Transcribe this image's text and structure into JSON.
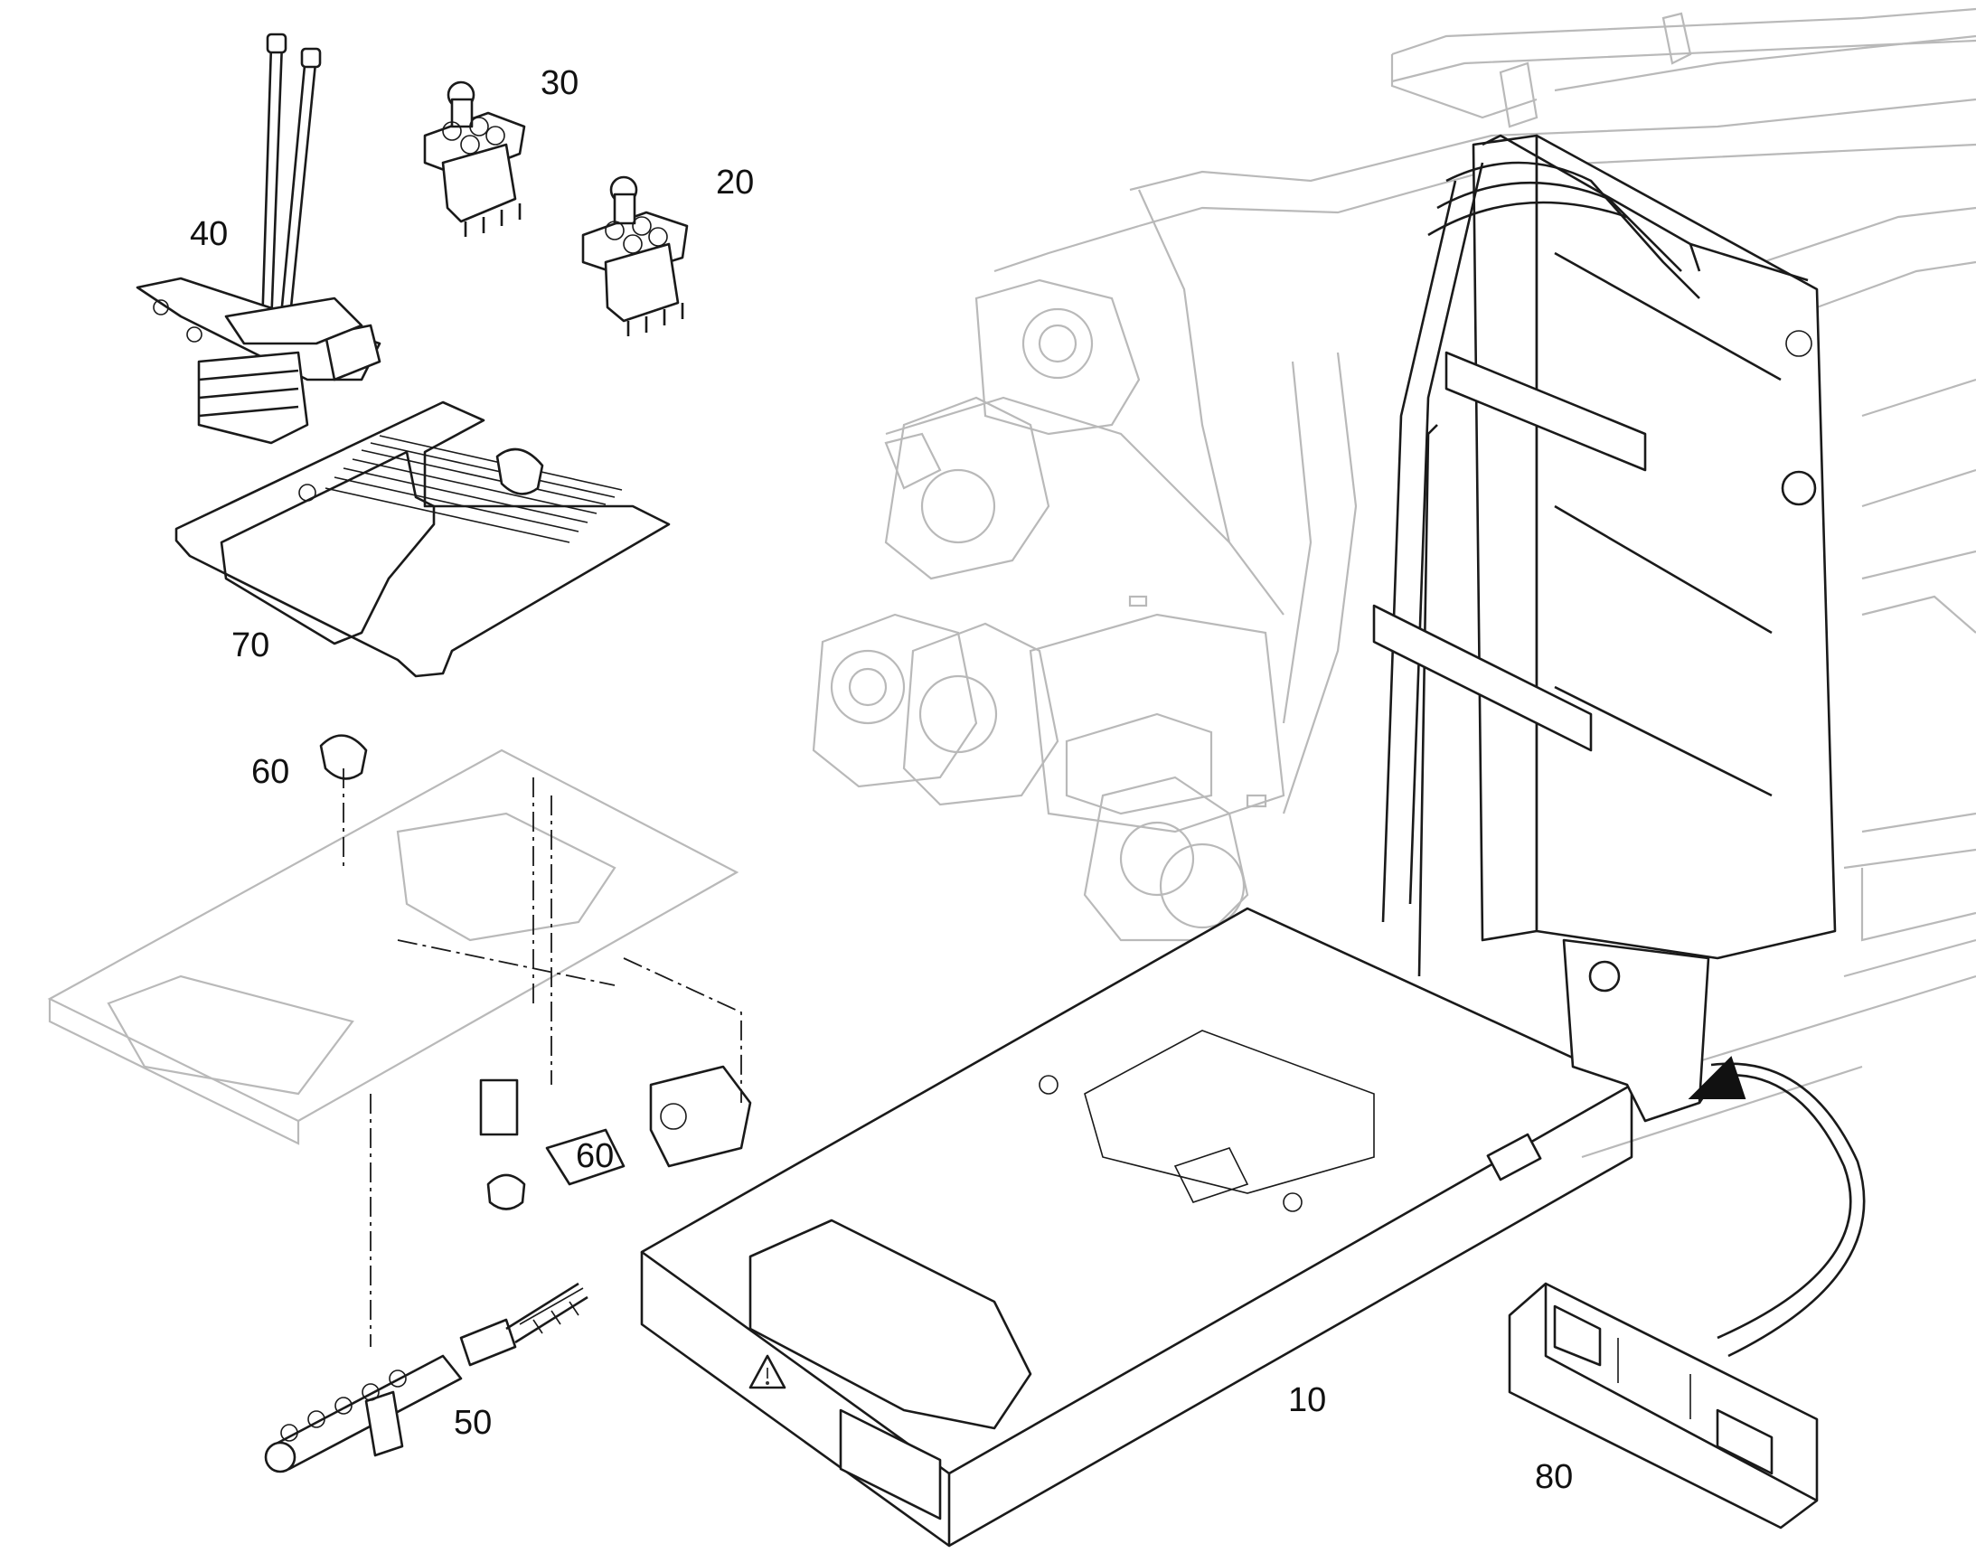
{
  "callouts": {
    "part_10": "10",
    "part_20": "20",
    "part_30": "30",
    "part_40": "40",
    "part_50": "50",
    "part_60_upper": "60",
    "part_60_lower": "60",
    "part_70": "70",
    "part_80": "80"
  }
}
